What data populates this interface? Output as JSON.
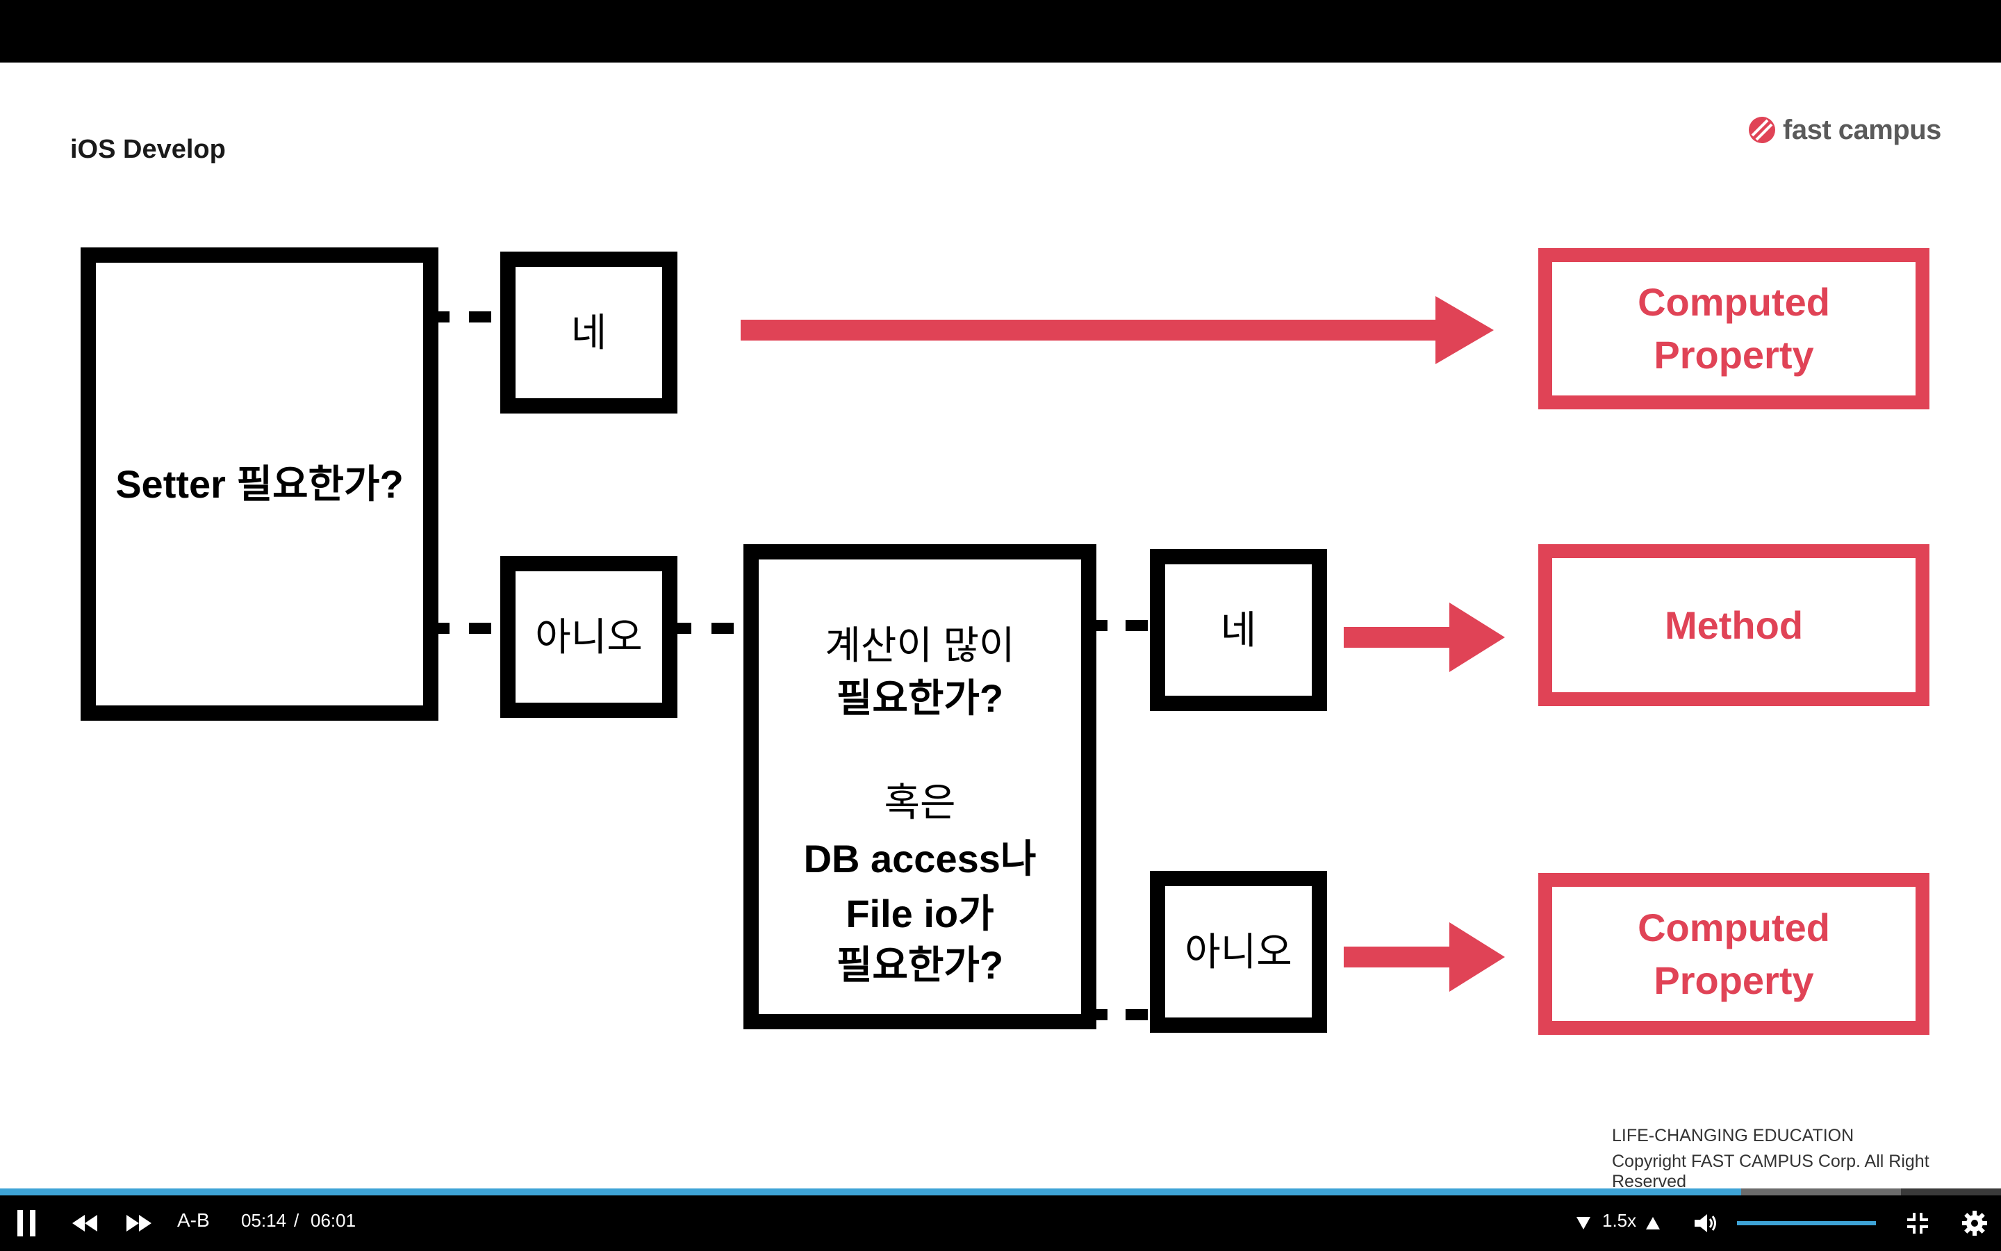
{
  "slide": {
    "course_title": "iOS Develop",
    "brand_name": "fast campus",
    "question_setter": "Setter 필요한가?",
    "yes_label": "네",
    "no_label": "아니오",
    "question_compute": {
      "line1": "계산이 많이",
      "line2": "필요한가?",
      "line3": "혹은",
      "line4": "DB access나",
      "line5": "File io가",
      "line6": "필요한가?"
    },
    "results": {
      "top_line1": "Computed",
      "top_line2": "Property",
      "middle": "Method",
      "bottom_line1": "Computed",
      "bottom_line2": "Property"
    },
    "footer_tagline": "LIFE-CHANGING EDUCATION",
    "footer_copyright": "Copyright FAST CAMPUS Corp. All Right Reserved",
    "colors": {
      "accent": "#e04356",
      "ink": "#000000"
    }
  },
  "player": {
    "ab_label": "A-B",
    "current_time": "05:14",
    "time_separator": "/",
    "duration": "06:01",
    "speed": "1.5x",
    "progress_fraction": 0.87,
    "buffered_fraction": 0.95,
    "volume_fraction": 1.0,
    "accent_color": "#3ea3d6",
    "icons": {
      "play_pause": "pause-icon",
      "rewind": "rewind-icon",
      "forward": "fast-forward-icon",
      "speed_down": "speed-down-icon",
      "speed_up": "speed-up-icon",
      "volume": "volume-icon",
      "fullscreen": "exit-fullscreen-icon",
      "settings": "gear-icon"
    }
  }
}
